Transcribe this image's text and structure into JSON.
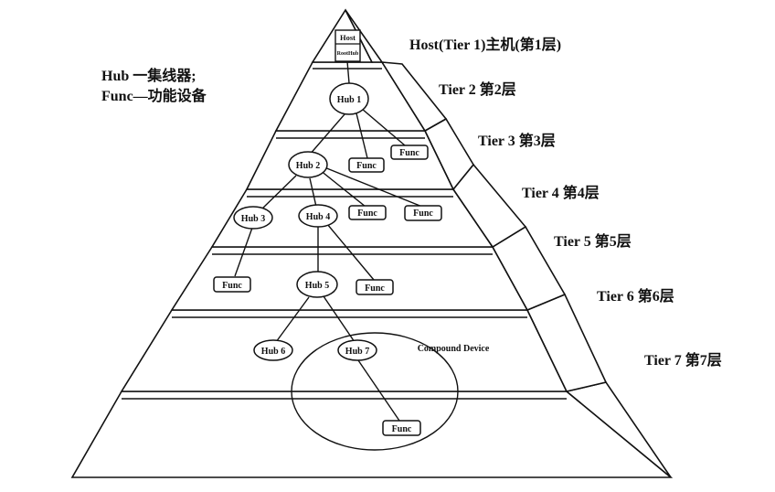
{
  "legend": {
    "hub_line": "Hub 一集线器;",
    "func_line": "Func—功能设备"
  },
  "tiers": [
    {
      "label": "Host(Tier 1)主机(第1层)"
    },
    {
      "label": "Tier 2 第2层"
    },
    {
      "label": "Tier 3 第3层"
    },
    {
      "label": "Tier 4 第4层"
    },
    {
      "label": "Tier 5 第5层"
    },
    {
      "label": "Tier 6 第6层"
    },
    {
      "label": "Tier 7 第7层"
    }
  ],
  "host_box": {
    "top": "Host",
    "bottom": "RootHub"
  },
  "nodes": {
    "hub1": "Hub 1",
    "hub2": "Hub 2",
    "hub3": "Hub 3",
    "hub4": "Hub 4",
    "hub5": "Hub 5",
    "hub6": "Hub 6",
    "hub7": "Hub 7",
    "func": "Func"
  },
  "compound_device": "Compound Device"
}
